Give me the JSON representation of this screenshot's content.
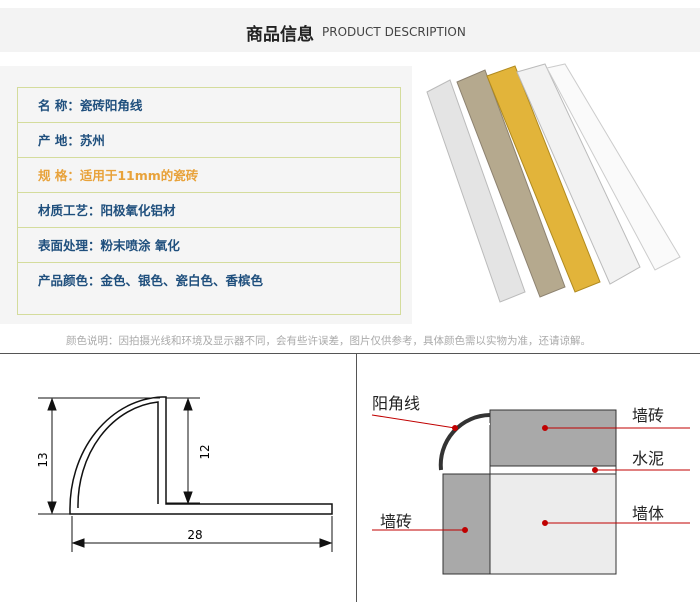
{
  "header": {
    "title_cn": "商品信息",
    "title_en": "PRODUCT DESCRIPTION"
  },
  "specs": [
    {
      "text": "名 称：瓷砖阳角线"
    },
    {
      "text": "产 地：苏州"
    },
    {
      "text": "规 格：适用于11mm的瓷砖",
      "highlight": true
    },
    {
      "text": "材质工艺：阳极氧化铝材"
    },
    {
      "text": "表面处理：粉末喷涂 氧化"
    },
    {
      "text": "产品颜色：金色、银色、瓷白色、香槟色"
    }
  ],
  "note": "颜色说明：因拍摄光线和环境及显示器不同，会有些许误差，图片仅供参考，具体颜色需以实物为准，还请谅解。",
  "profile": {
    "height": "13",
    "stem": "12",
    "width": "28"
  },
  "install": {
    "trim": "阳角线",
    "tile_top": "墙砖",
    "cement": "水泥",
    "wall": "墙体",
    "tile_left": "墙砖"
  },
  "colors": {
    "spec_text": "#1f4f7d",
    "highlight": "#e8a23a",
    "leader": "#c00000"
  }
}
